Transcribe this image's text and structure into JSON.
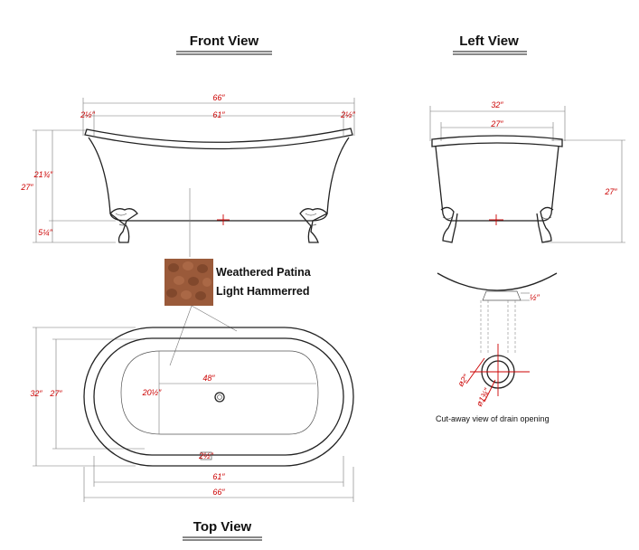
{
  "titles": {
    "front": "Front View",
    "left": "Left View",
    "top": "Top View"
  },
  "finish": {
    "line1": "Weathered Patina",
    "line2": "Light Hammerred",
    "swatch_color": "#9a5a3a"
  },
  "front_dims": {
    "overall_length": "66″",
    "interior_length": "61″",
    "rim_left": "2½″",
    "rim_right": "2½″",
    "height": "27″",
    "bowl_height": "21¾″",
    "leg_height": "5¼″"
  },
  "left_dims": {
    "overall_width": "32″",
    "interior_width": "27″",
    "height": "27″"
  },
  "top_dims": {
    "outer_width": "32″",
    "inner_width": "27″",
    "basin_length": "48″",
    "basin_width": "20½″",
    "rim": "2½″",
    "interior_length": "61″",
    "overall_length": "66″"
  },
  "drain": {
    "caption": "Cut-away view of drain opening",
    "dim_small": "½″",
    "dim_outer": "ø2″",
    "dim_inner": "ø1¾″"
  },
  "colors": {
    "dimension": "#cc0000",
    "outline": "#222222"
  }
}
